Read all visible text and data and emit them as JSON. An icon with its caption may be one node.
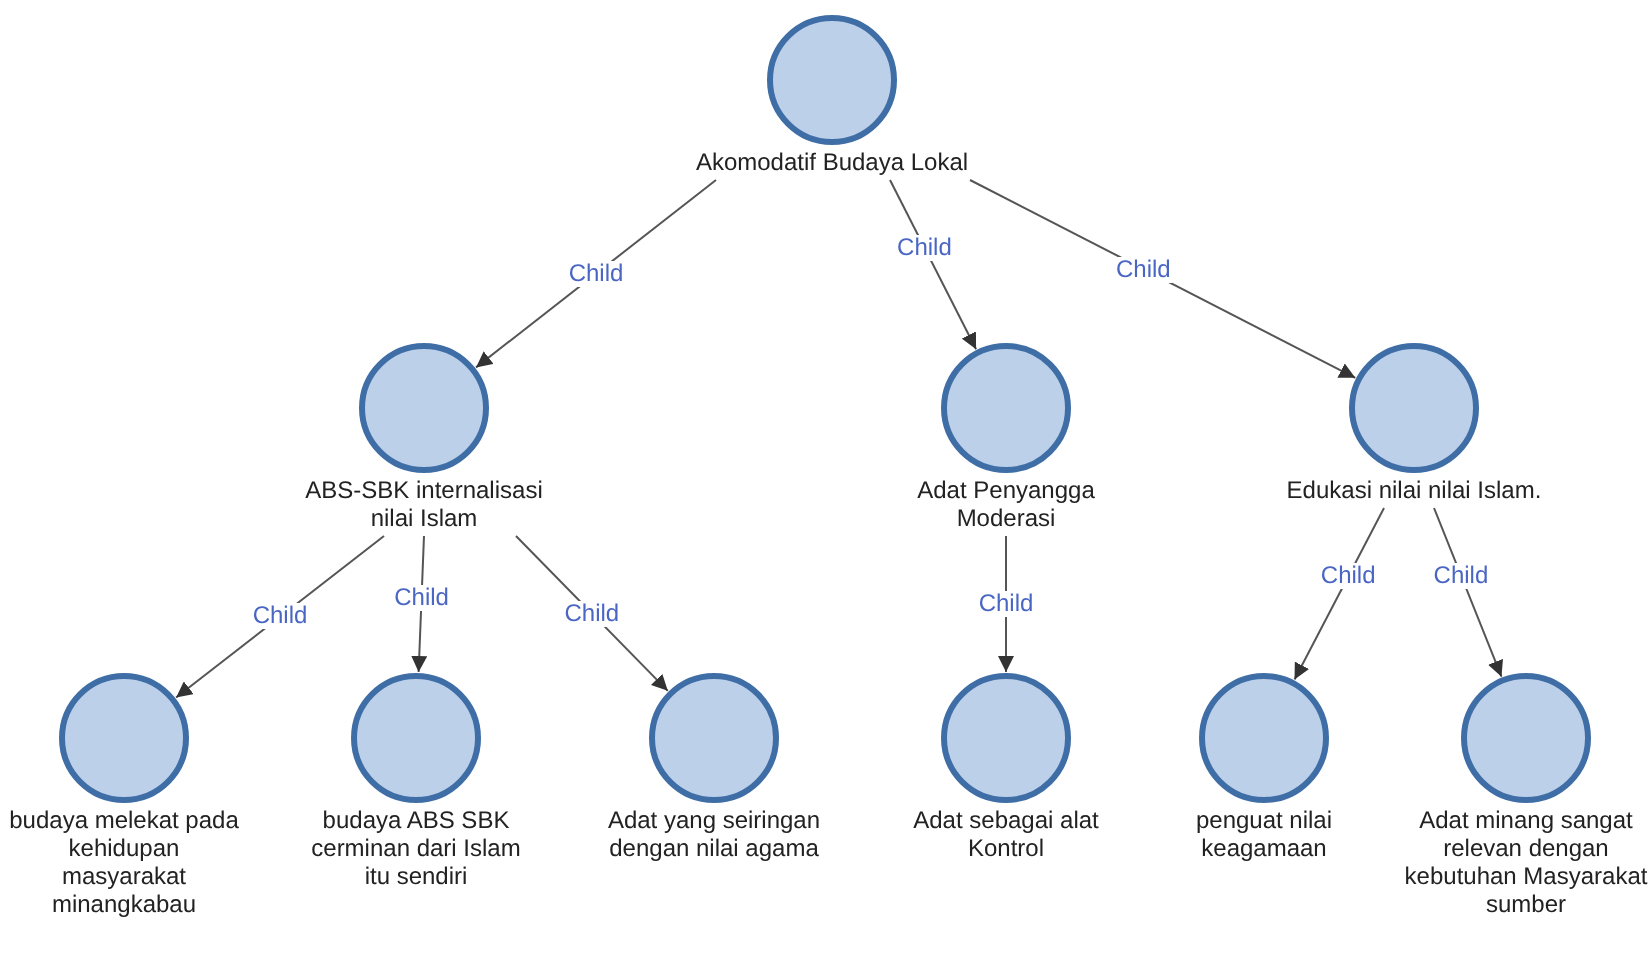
{
  "diagram": {
    "nodes": [
      {
        "text": [
          "Akomodatif Budaya Lokal"
        ]
      },
      {
        "text": [
          "ABS-SBK internalisasi nilai Islam"
        ]
      },
      {
        "text": [
          "Adat Penyangga Moderasi"
        ]
      },
      {
        "text": [
          "Edukasi nilai nilai Islam."
        ]
      },
      {
        "text": [
          "budaya melekat pada kehidupan masyarakat minangkabau"
        ]
      },
      {
        "text": [
          "budaya ABS SBK cerminan dari Islam itu sendiri"
        ]
      },
      {
        "text": [
          "Adat yang seiringan dengan nilai agama"
        ]
      },
      {
        "text": [
          "Adat sebagai alat Kontrol"
        ]
      },
      {
        "text": [
          "penguat nilai keagamaan"
        ]
      },
      {
        "text": [
          "Adat minang sangat relevan dengan kebutuhan Masyarakat sumber"
        ]
      }
    ],
    "edges": [
      {
        "from": 0,
        "to": 1,
        "arrow": "to",
        "label": "Child"
      },
      {
        "from": 0,
        "to": 2,
        "arrow": "to",
        "label": "Child"
      },
      {
        "from": 0,
        "to": 3,
        "arrow": "to",
        "label": "Child"
      },
      {
        "from": 1,
        "to": 4,
        "arrow": "to",
        "label": "Child"
      },
      {
        "from": 1,
        "to": 5,
        "arrow": "to",
        "label": "Child"
      },
      {
        "from": 1,
        "to": 6,
        "arrow": "to",
        "label": "Child"
      },
      {
        "from": 2,
        "to": 7,
        "arrow": "to",
        "label": "Child"
      },
      {
        "from": 3,
        "to": 8,
        "arrow": "to",
        "label": "Child"
      },
      {
        "from": 3,
        "to": 9,
        "arrow": "to",
        "label": "Child"
      }
    ]
  }
}
